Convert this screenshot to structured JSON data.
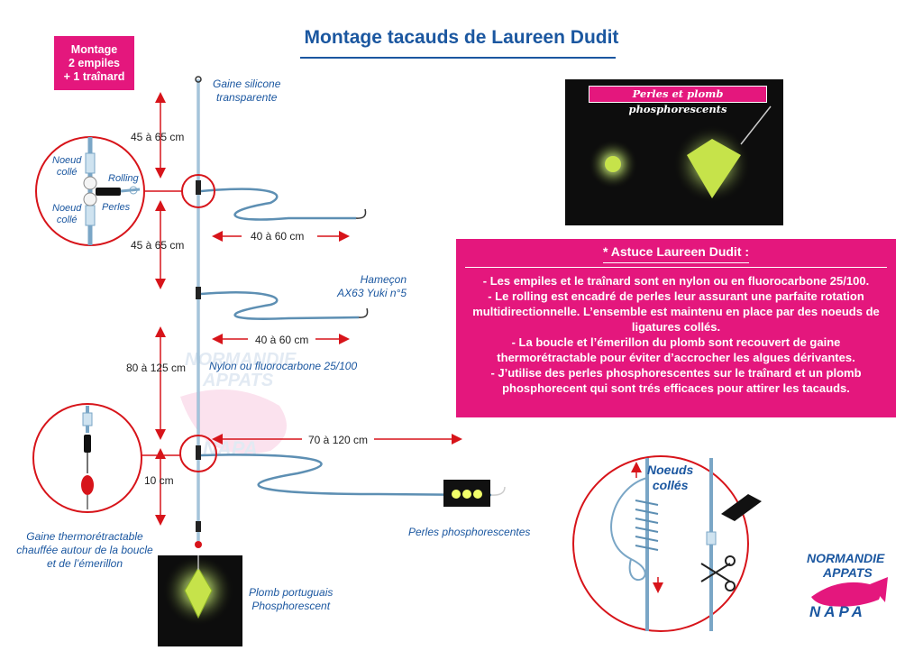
{
  "title": "Montage tacauds de Laureen Dudit",
  "badge": {
    "line1": "Montage",
    "line2": "2 empiles",
    "line3": "+ 1 traînard"
  },
  "labels": {
    "gaine_silicone_1": "Gaine silicone",
    "gaine_silicone_2": "transparente",
    "hamecon_1": "Hameçon",
    "hamecon_2": "AX63 Yuki n°5",
    "nylon": "Nylon ou fluorocarbone 25/100",
    "perles_phospho": "Perles phosphorescentes",
    "plomb_1": "Plomb portuguais",
    "plomb_2": "Phosphorescent",
    "gaine_thermo_1": "Gaine thermorétractable",
    "gaine_thermo_2": "chauffée autour de la boucle",
    "gaine_thermo_3": "et de l’émerillon",
    "noeud_colle_1a": "Noeud",
    "noeud_colle_1b": "collé",
    "noeud_colle_2a": "Noeud",
    "noeud_colle_2b": "collé",
    "rolling": "Rolling",
    "perles": "Perles",
    "noeuds_colles_1": "Noeuds",
    "noeuds_colles_2": "collés"
  },
  "dimensions": {
    "d1": "45 à 65 cm",
    "d2": "45 à 65 cm",
    "d3": "80 à 125 cm",
    "d4": "10 cm",
    "h1": "40 à 60 cm",
    "h2": "40 à 60 cm",
    "h3": "70 à 120 cm"
  },
  "photo": {
    "caption": "Perles et plomb phosphorescents"
  },
  "tip": {
    "title": "* Astuce Laureen Dudit :",
    "p1": "- Les empiles et le traînard sont en nylon ou en fluorocarbone 25/100.",
    "p2": "- Le rolling est encadré de perles leur assurant une parfaite rotation multidirectionnelle. L’ensemble est maintenu en place par des noeuds de ligatures collés.",
    "p3": "- La boucle et l’émerillon du plomb sont recouvert de gaine thermorétractable pour éviter d’accrocher les algues dérivantes.",
    "p4": "- J’utilise des perles phosphorescentes sur le traînard et un plomb phosphorecent qui sont trés efficaces pour attirer les tacauds."
  },
  "logo": {
    "line1": "NORMANDIE",
    "line2": "APPATS",
    "line3": "NAPA"
  },
  "colors": {
    "accent_pink": "#e4177d",
    "brand_blue": "#1b57a0",
    "arrow_red": "#d7141a",
    "line_blue": "#5d8fb3"
  }
}
